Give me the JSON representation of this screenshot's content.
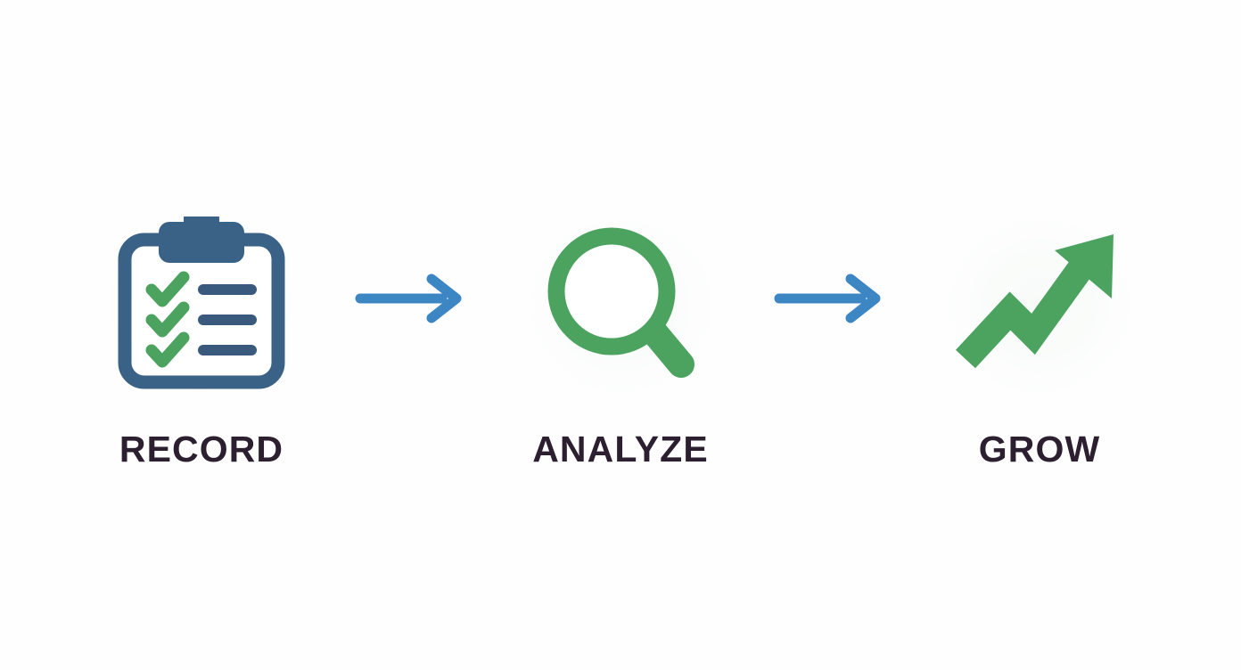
{
  "diagram": {
    "title": "Record Analyze Grow process flow",
    "background_color": "#fefefe",
    "orientation": "horizontal",
    "steps": [
      {
        "id": "record",
        "label": "RECORD",
        "icon": "clipboard-checklist-icon",
        "icon_colors": {
          "outline": "#3a6287",
          "clip": "#3a6287",
          "check": "#4ba35f",
          "line": "#3a5a7d",
          "paper": "#ffffff"
        },
        "checklist_rows": 3
      },
      {
        "id": "analyze",
        "label": "ANALYZE",
        "icon": "magnifying-glass-icon",
        "icon_colors": {
          "glass": "#4ba35f"
        }
      },
      {
        "id": "grow",
        "label": "GROW",
        "icon": "growth-arrow-up-icon",
        "icon_colors": {
          "arrow": "#4ba35f"
        }
      }
    ],
    "connectors": [
      {
        "id": "connector-1",
        "icon": "arrow-right-icon",
        "color": "#3d86c4",
        "from": "record",
        "to": "analyze"
      },
      {
        "id": "connector-2",
        "icon": "arrow-right-icon",
        "color": "#3d86c4",
        "from": "analyze",
        "to": "grow"
      }
    ],
    "label_color": "#2b1f30"
  }
}
